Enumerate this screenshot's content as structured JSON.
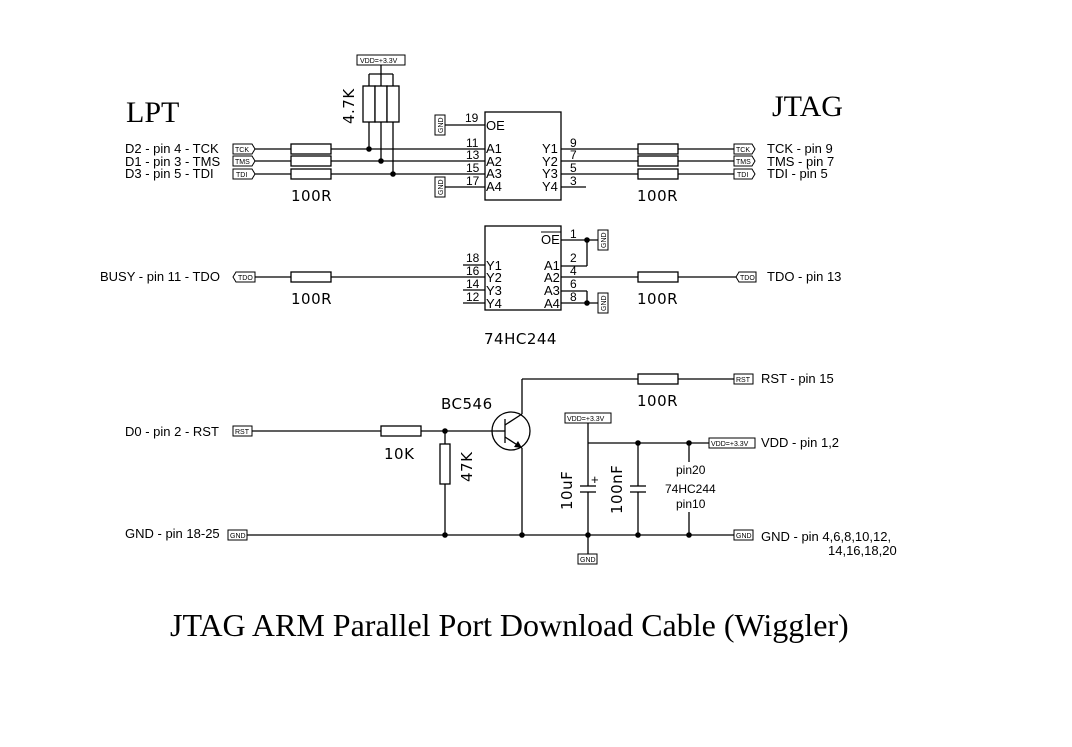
{
  "headings": {
    "lpt": "LPT",
    "jtag": "JTAG"
  },
  "title": "JTAG  ARM Parallel Port Download Cable (Wiggler)",
  "flags": {
    "vdd": "VDD=+3.3V",
    "gnd": "GND",
    "tck": "TCK",
    "tms": "TMS",
    "tdi": "TDI",
    "tdo": "TDO",
    "rst": "RST"
  },
  "left_labels": {
    "d2": "D2 - pin 4 - TCK",
    "d1": "D1 - pin 3 - TMS",
    "d3": "D3 - pin 5 - TDI",
    "busy": "BUSY - pin 11 - TDO",
    "d0": "D0 - pin 2 - RST",
    "gnd": "GND - pin 18-25"
  },
  "right_labels": {
    "tck": "TCK - pin 9",
    "tms": "TMS - pin 7",
    "tdi": "TDI   - pin 5",
    "tdo": "TDO - pin 13",
    "rst": "RST   - pin 15",
    "vdd": "VDD   - pin 1,2",
    "gnd_1": "GND - pin 4,6,8,10,12,",
    "gnd_2": "14,16,18,20"
  },
  "components": {
    "r_pullup": "4.7K",
    "r_series": "100R",
    "r_base": "10K",
    "r_bias": "47K",
    "transistor": "BC546",
    "c_bulk": "10uF",
    "c_decouple": "100nF",
    "ic": "74HC244",
    "ic_note_1": "pin20",
    "ic_note_2": "74HC244",
    "ic_note_3": "pin10",
    "plus": "+"
  },
  "ic_top": {
    "oe_pin": "19",
    "oe": "OE",
    "in_pins": [
      "11",
      "13",
      "15",
      "17"
    ],
    "in_names": [
      "A1",
      "A2",
      "A3",
      "A4"
    ],
    "out_names": [
      "Y1",
      "Y2",
      "Y3",
      "Y4"
    ],
    "out_pins": [
      "9",
      "7",
      "5",
      "3"
    ]
  },
  "ic_bottom": {
    "oe_pin": "1",
    "oe": "OE",
    "in_pins": [
      "2",
      "4",
      "6",
      "8"
    ],
    "in_names": [
      "A1",
      "A2",
      "A3",
      "A4"
    ],
    "out_names": [
      "Y1",
      "Y2",
      "Y3",
      "Y4"
    ],
    "out_pins": [
      "18",
      "16",
      "14",
      "12"
    ]
  }
}
